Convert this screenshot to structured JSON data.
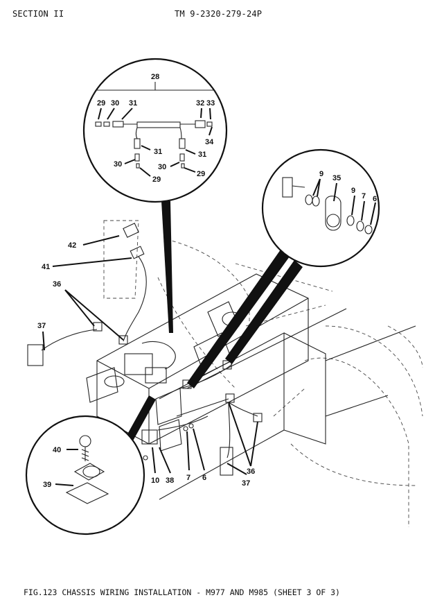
{
  "header": {
    "section": "SECTION II",
    "manual": "TM 9-2320-279-24P"
  },
  "figure": {
    "caption": "FIG.123 CHASSIS WIRING INSTALLATION - M977 AND M985 (SHEET 3 OF 3)",
    "callouts": {
      "c28": "28",
      "c29a": "29",
      "c30a": "30",
      "c31a": "31",
      "c32": "32",
      "c33": "33",
      "c34": "34",
      "c31b": "31",
      "c30b": "30",
      "c29b": "29",
      "c31c": "31",
      "c30c": "30",
      "c29c": "29",
      "c9a": "9",
      "c35": "35",
      "c9b": "9",
      "c7a": "7",
      "c6a": "6",
      "c42": "42",
      "c41": "41",
      "c36a": "36",
      "c37a": "37",
      "c40": "40",
      "c39": "39",
      "c10": "10",
      "c38": "38",
      "c7b": "7",
      "c6b": "6",
      "c36b": "36",
      "c37b": "37"
    }
  }
}
